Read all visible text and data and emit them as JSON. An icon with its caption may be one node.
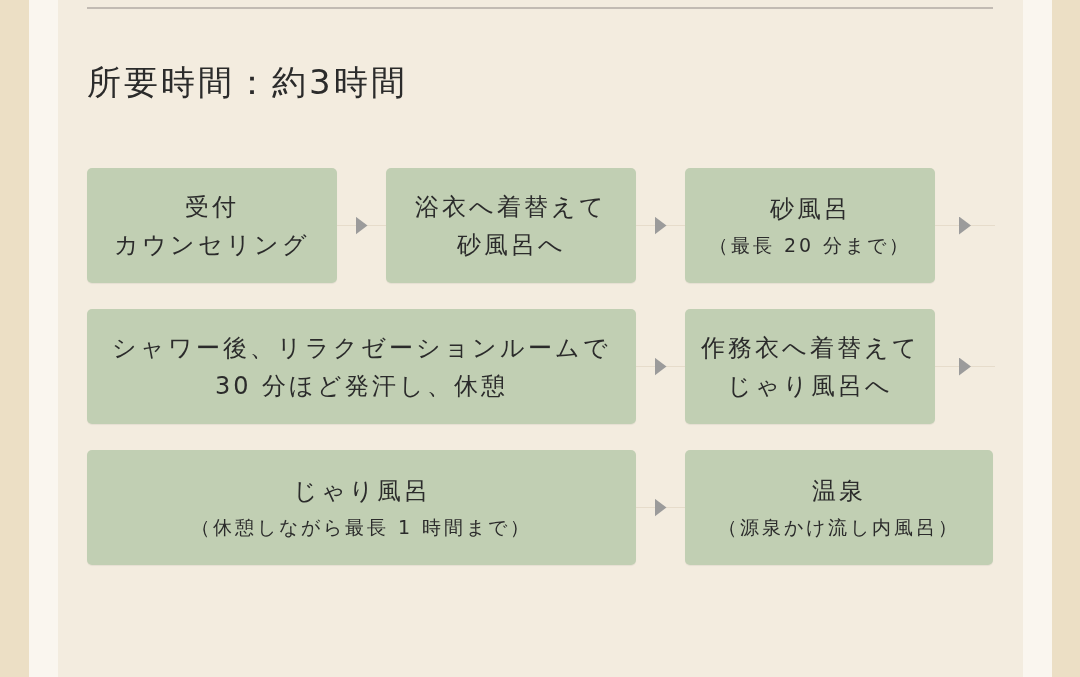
{
  "diagram": {
    "title": "所要時間：約3時間",
    "nodes": [
      {
        "text": [
          "受付",
          "カウンセリング"
        ]
      },
      {
        "text": [
          "浴衣へ着替えて砂風呂へ"
        ]
      },
      {
        "text": [
          "砂風呂",
          "（最長 20 分まで）"
        ]
      },
      {
        "text": [
          "シャワー後、リラクゼーションルームで30 分ほど発汗し、休憩"
        ]
      },
      {
        "text": [
          "作務衣へ着替えてじゃり風呂へ"
        ]
      },
      {
        "text": [
          "じゃり風呂",
          "（休憩しながら最長 1 時間まで）"
        ]
      },
      {
        "text": [
          "温泉",
          "（源泉かけ流し内風呂）"
        ]
      }
    ],
    "edges": [
      {
        "from": 0,
        "to": 1,
        "arrow": "to"
      },
      {
        "from": 1,
        "to": 2,
        "arrow": "to"
      },
      {
        "from": 2,
        "to": null,
        "arrow": "to"
      },
      {
        "from": 3,
        "to": 4,
        "arrow": "to"
      },
      {
        "from": 4,
        "to": null,
        "arrow": "to"
      },
      {
        "from": 5,
        "to": 6,
        "arrow": "to"
      }
    ]
  }
}
